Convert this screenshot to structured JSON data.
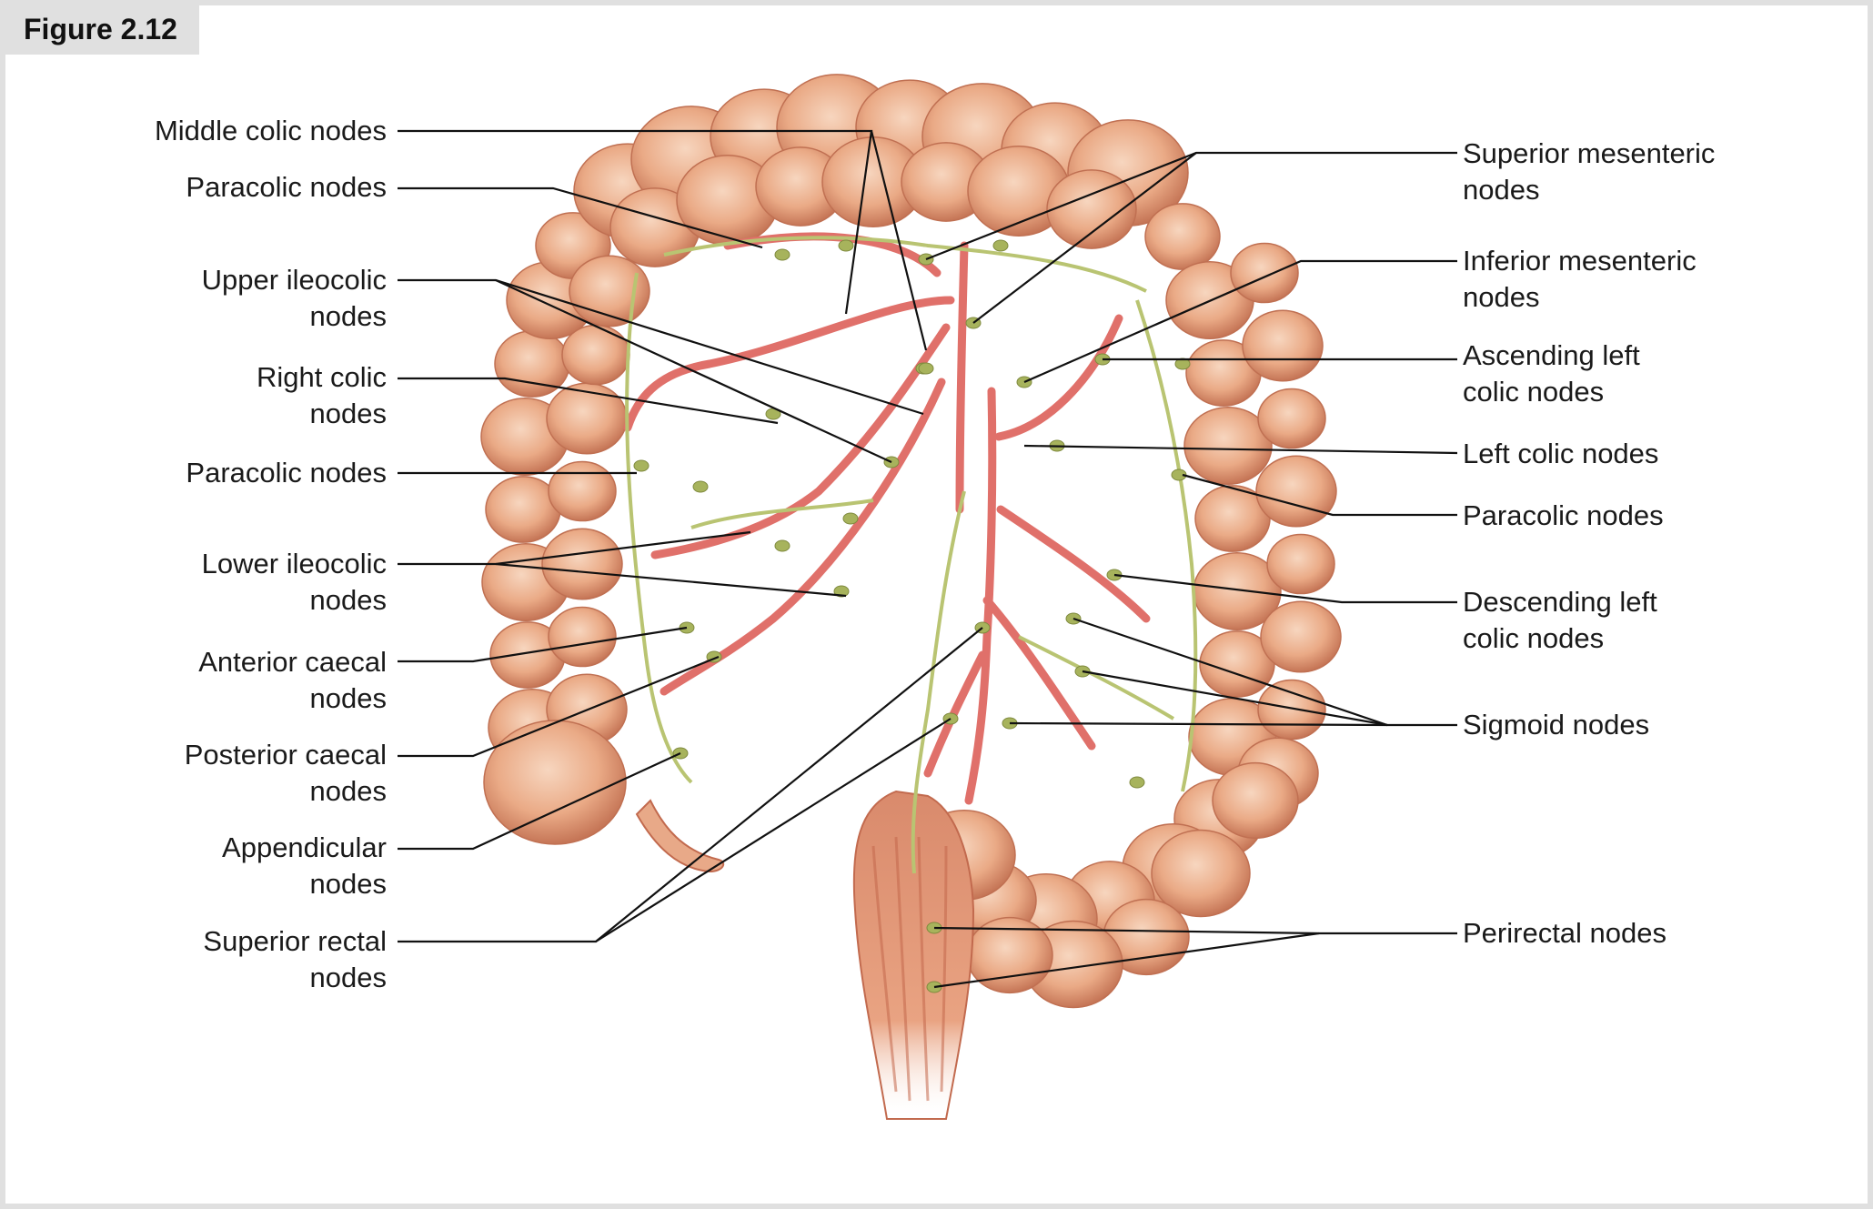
{
  "figure": {
    "title": "Figure 2.12"
  },
  "labels_left": [
    "Middle colic nodes",
    "Paracolic nodes",
    "Upper ileocolic\nnodes",
    "Right colic\nnodes",
    "Paracolic nodes",
    "Lower ileocolic\nnodes",
    "Anterior caecal\nnodes",
    "Posterior caecal\nnodes",
    "Appendicular\nnodes",
    "Superior rectal\nnodes"
  ],
  "labels_right": [
    "Superior mesenteric\nnodes",
    "Inferior mesenteric\nnodes",
    "Ascending left\ncolic nodes",
    "Left colic nodes",
    "Paracolic nodes",
    "Descending left\ncolic nodes",
    "Sigmoid nodes",
    "Perirectal nodes"
  ],
  "colors": {
    "colon": "#eab08e",
    "colon_dark": "#c97a5a",
    "colon_light": "#f6d2b8",
    "artery": "#e0706a",
    "lymph": "#b9c472",
    "node": "#a7b35c",
    "leader": "#111111"
  }
}
